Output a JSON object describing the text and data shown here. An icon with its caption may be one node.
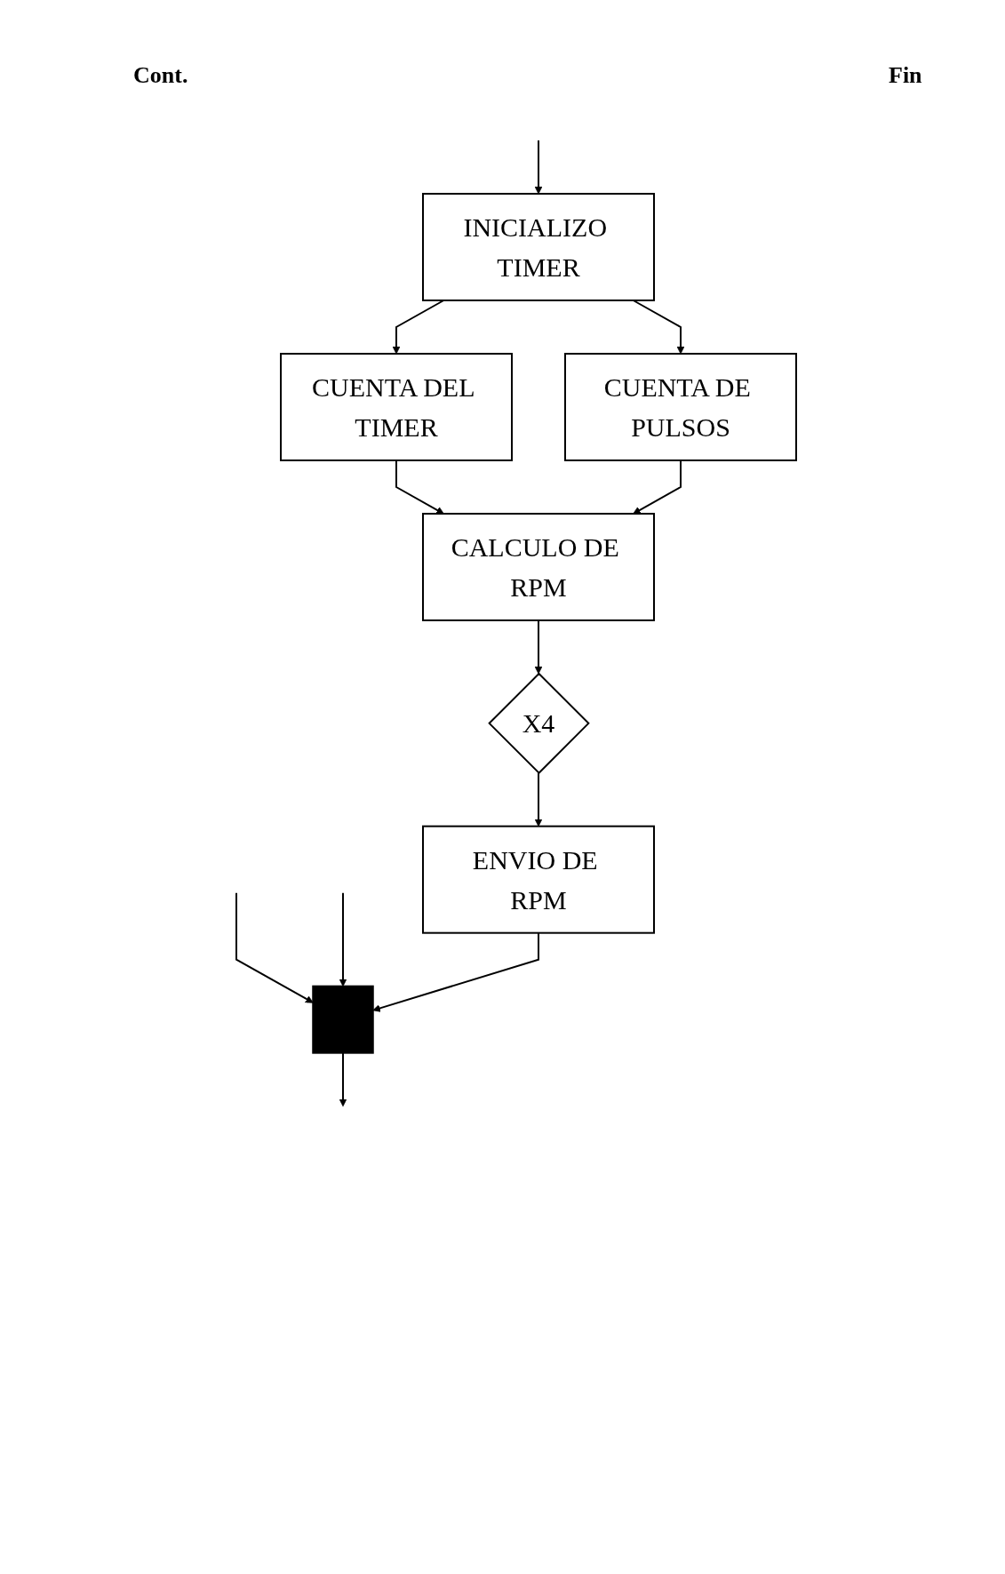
{
  "diagram": {
    "nodes": [
      {
        "text": [
          "INICIALIZO TIMER"
        ]
      },
      {
        "text": [
          "CUENTA DEL TIMER"
        ]
      },
      {
        "text": [
          "CUENTA DE PULSOS"
        ]
      },
      {
        "text": [
          "CALCULO DE RPM"
        ]
      },
      {
        "text": [
          "X4"
        ]
      },
      {
        "text": [
          "ENVIO DE RPM"
        ]
      },
      {
        "text": [],
        "shape": "bar"
      }
    ],
    "edges": [
      {
        "from": null,
        "to": 0,
        "arrow": "to"
      },
      {
        "from": 0,
        "to": 1,
        "arrow": "to"
      },
      {
        "from": 0,
        "to": 2,
        "arrow": "to"
      },
      {
        "from": 1,
        "to": 3,
        "arrow": "to"
      },
      {
        "from": 2,
        "to": 3,
        "arrow": "to"
      },
      {
        "from": 3,
        "to": 4,
        "arrow": "to"
      },
      {
        "from": 4,
        "to": 5,
        "arrow": "to"
      },
      {
        "from": null,
        "to": 6,
        "arrow": "to"
      },
      {
        "from": null,
        "to": 6,
        "arrow": "to"
      },
      {
        "from": 5,
        "to": 6,
        "arrow": "to"
      },
      {
        "from": 6,
        "to": null,
        "arrow": "to"
      }
    ],
    "labels": [
      "Cont.",
      "Fin"
    ]
  }
}
